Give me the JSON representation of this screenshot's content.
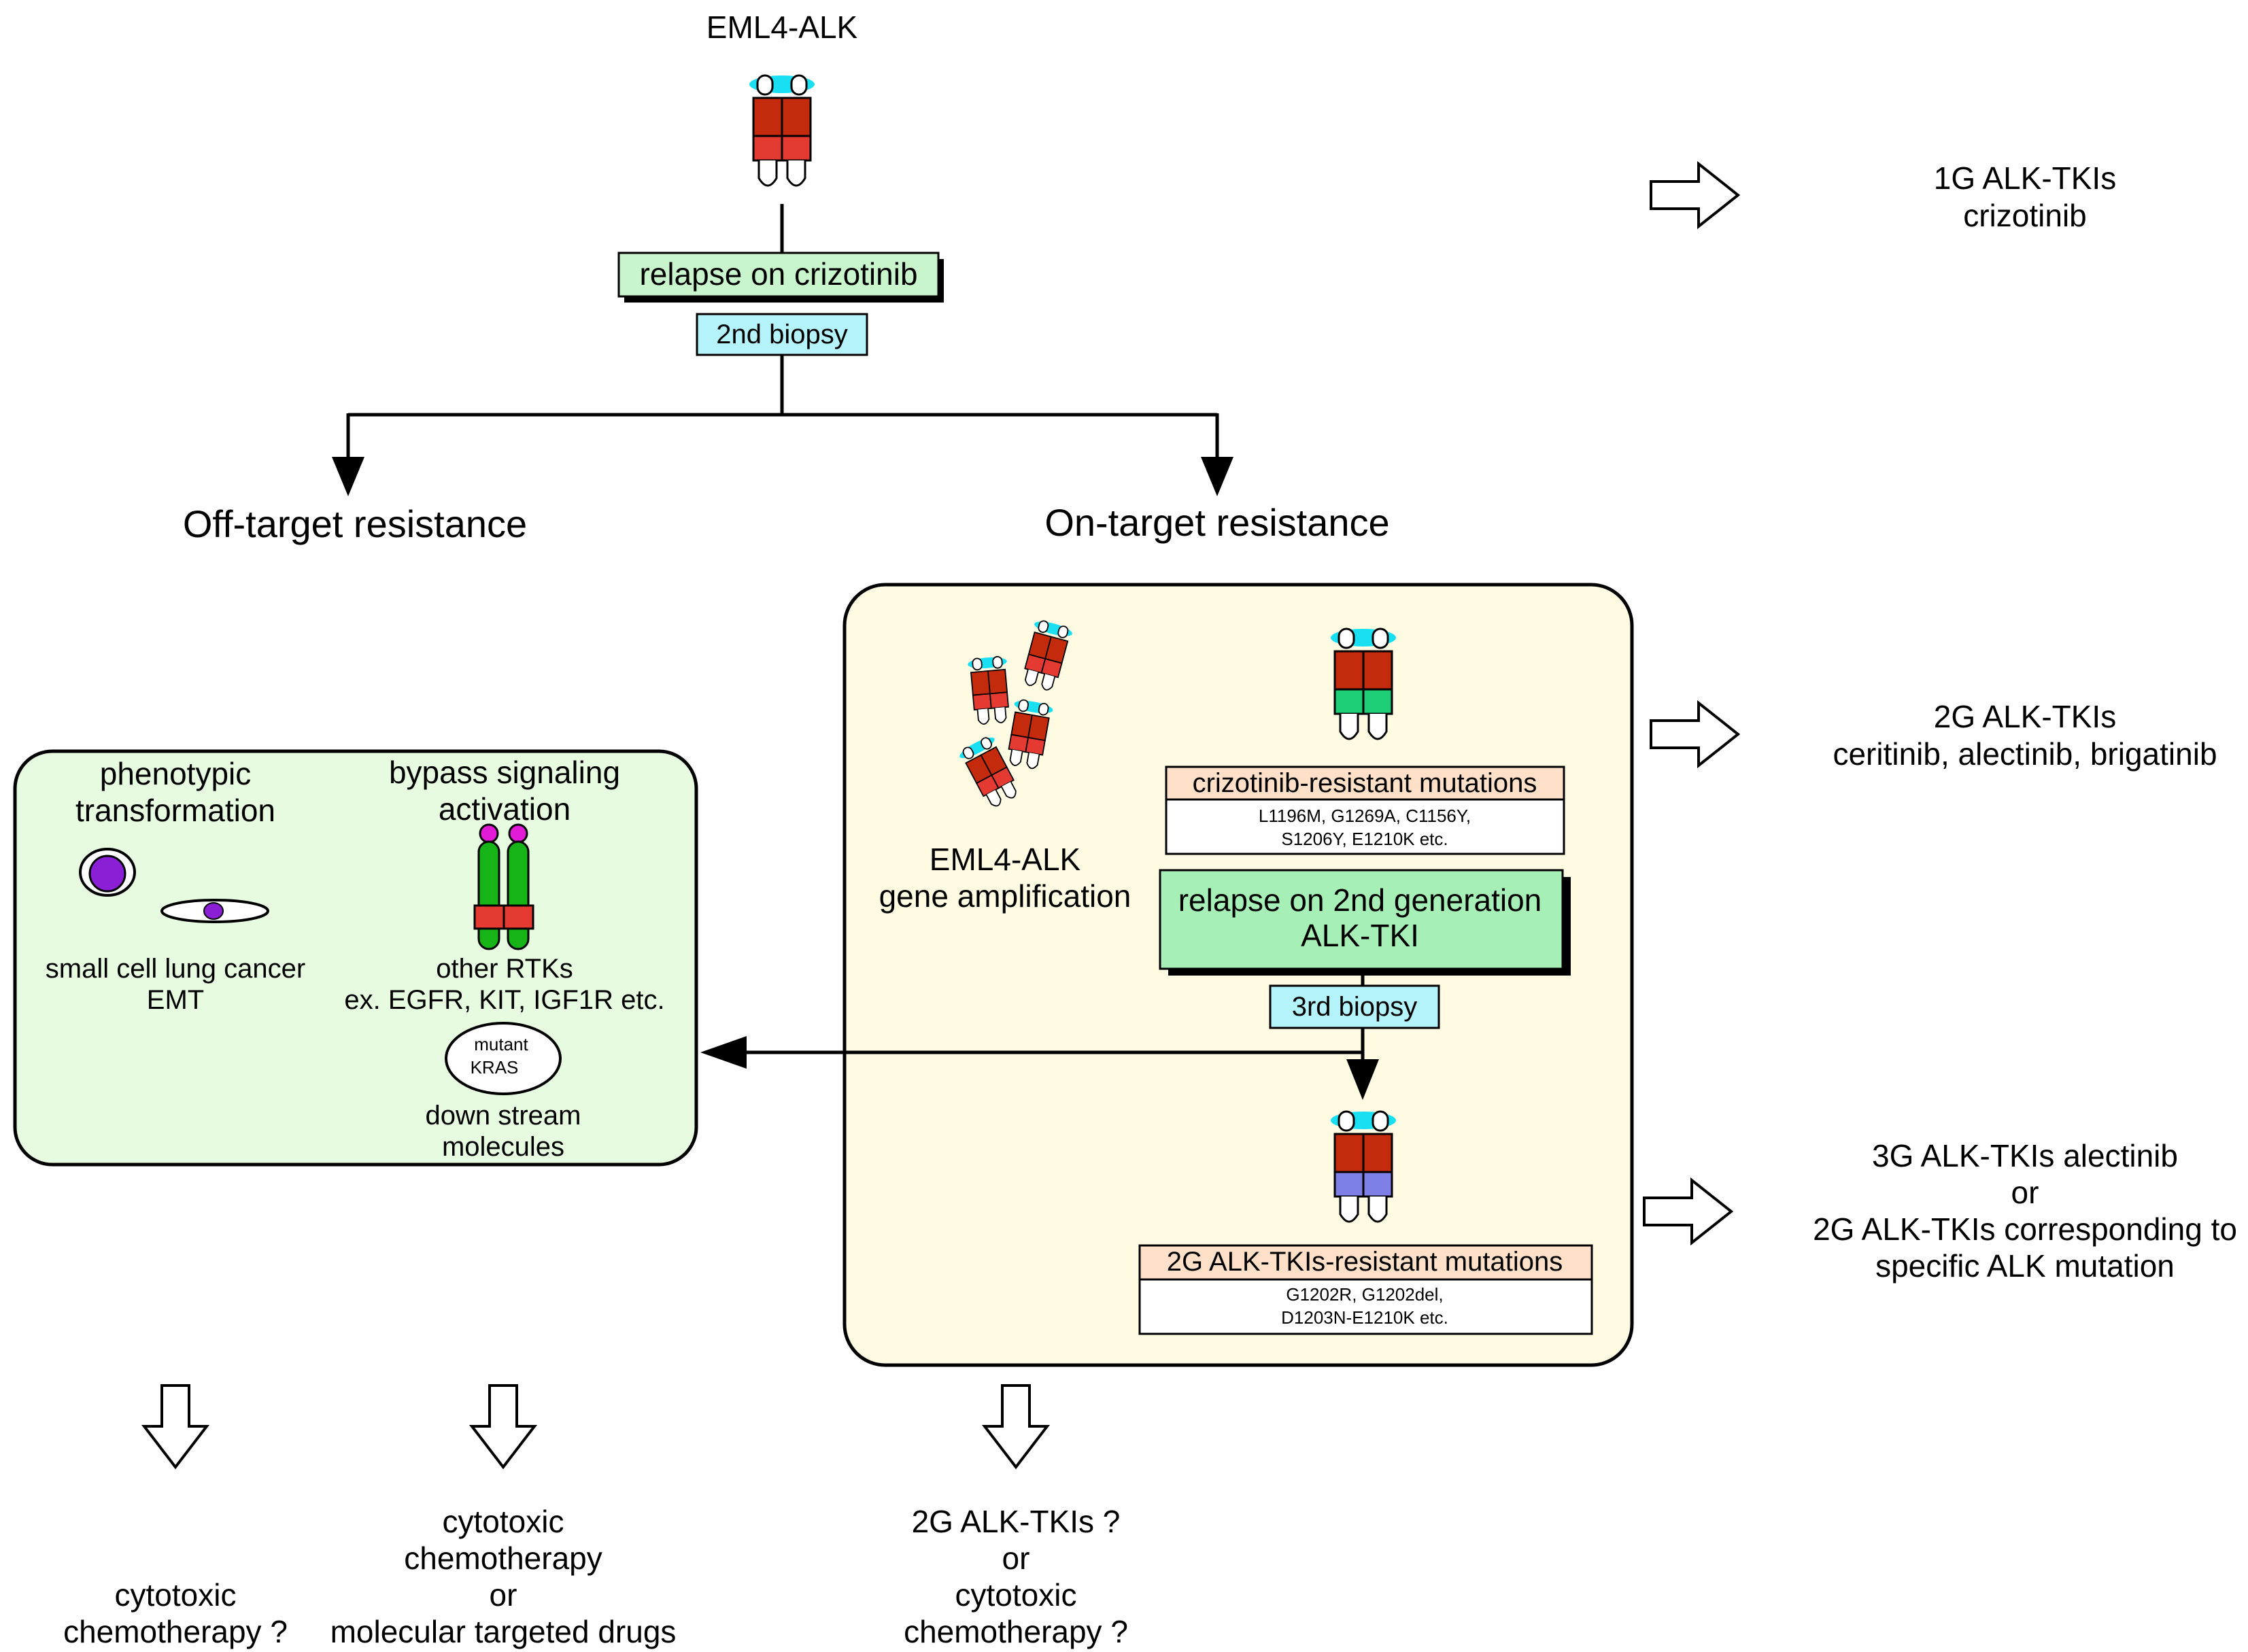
{
  "top": {
    "title": "EML4-ALK",
    "relapse1": "relapse on crizotinib",
    "biopsy2": "2nd biopsy"
  },
  "branches": {
    "off_target": "Off-target resistance",
    "on_target": "On-target resistance"
  },
  "off_box": {
    "pheno_l1": "phenotypic",
    "pheno_l2": "transformation",
    "bypass_l1": "bypass signaling",
    "bypass_l2": "activation",
    "sclc_l1": "small cell lung cancer",
    "sclc_l2": "EMT",
    "rtk_l1": "other RTKs",
    "rtk_l2": "ex. EGFR, KIT, IGF1R etc.",
    "kras_l1": "mutant",
    "kras_l2": "KRAS",
    "down_l1": "down stream",
    "down_l2": "molecules"
  },
  "on_box": {
    "amp_l1": "EML4-ALK",
    "amp_l2": "gene amplification",
    "criz_mut_title": "crizotinib-resistant mutations",
    "criz_mut_l1": "L1196M, G1269A, C1156Y,",
    "criz_mut_l2": "S1206Y, E1210K etc.",
    "relapse2_l1": "relapse on 2nd generation",
    "relapse2_l2": "ALK-TKI",
    "biopsy3": "3rd biopsy",
    "g2_mut_title": "2G ALK-TKIs-resistant mutations",
    "g2_mut_l1": "G1202R, G1202del,",
    "g2_mut_l2": "D1203N-E1210K etc."
  },
  "right": {
    "r1_l1": "1G ALK-TKIs",
    "r1_l2": "crizotinib",
    "r2_l1": "2G ALK-TKIs",
    "r2_l2": "ceritinib, alectinib, brigatinib",
    "r3_l1": "3G ALK-TKIs alectinib",
    "r3_l2": "or",
    "r3_l3": "2G ALK-TKIs corresponding to",
    "r3_l4": "specific ALK mutation"
  },
  "bottom": {
    "b1_l1": "cytotoxic",
    "b1_l2": "chemotherapy ?",
    "b2_l1": "cytotoxic",
    "b2_l2": "chemotherapy",
    "b2_l3": "or",
    "b2_l4": "molecular targeted drugs",
    "b3_l1": "2G ALK-TKIs ?",
    "b3_l2": "or",
    "b3_l3": "cytotoxic",
    "b3_l4": "chemotherapy ?"
  },
  "colors": {
    "green_box": "#c8f5cc",
    "cyan_box": "#b5f3fb",
    "peach": "#fde0c7",
    "off_bg": "#e6fbe0",
    "on_bg": "#fffbe3",
    "dark_red": "#c42a0c",
    "red": "#e43a32",
    "green": "#1ecf78",
    "purple": "#7f7fe8",
    "cyan": "#19dff2"
  }
}
